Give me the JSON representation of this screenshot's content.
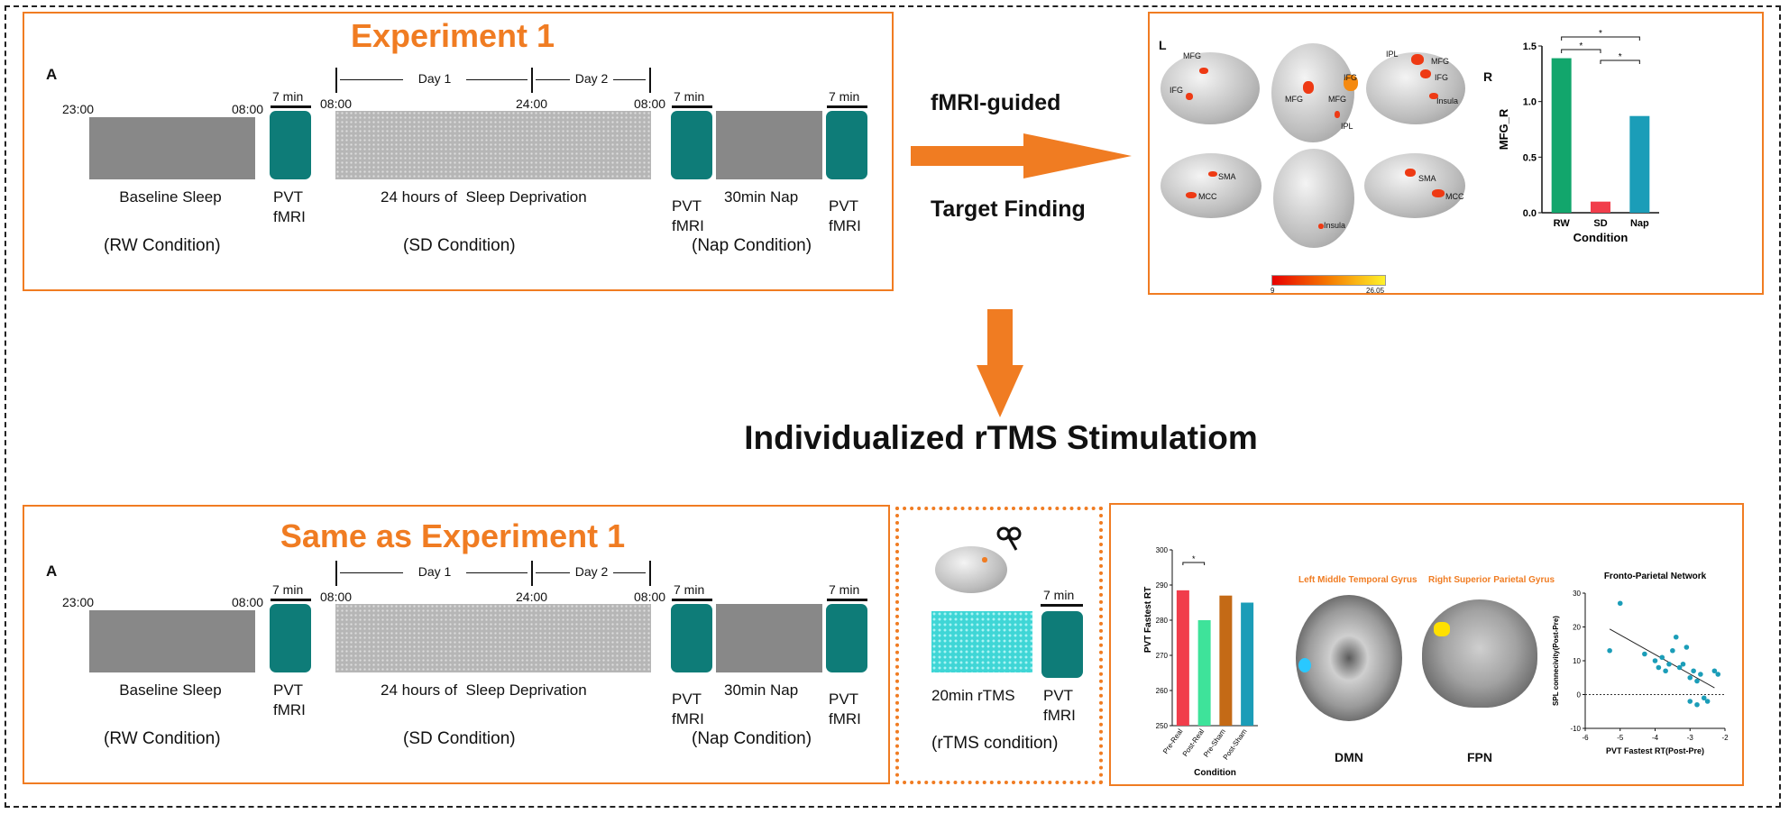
{
  "experiment1": {
    "title": "Experiment 1",
    "panel_letter": "A",
    "t_2300": "23:00",
    "t_0800a": "08:00",
    "t_0800b": "08:00",
    "t_2400": "24:00",
    "t_0800c": "08:00",
    "day1": "Day 1",
    "day2": "Day 2",
    "min7_a": "7 min",
    "min7_b": "7 min",
    "min7_c": "7 min",
    "baseline_sleep": "Baseline Sleep",
    "pvt_a": "PVT",
    "fmri_a": "fMRI",
    "sd_prefix": "24",
    "sd_text": "hours of  Sleep Deprivation",
    "pvt_b": "PVT",
    "fmri_b": "fMRI",
    "nap_label": "30min Nap",
    "pvt_c": "PVT",
    "fmri_c": "fMRI",
    "rw_condition": "(RW Condition)",
    "sd_condition": "(SD Condition)",
    "nap_condition": "(Nap Condition)"
  },
  "arrow": {
    "line1": "fMRI-guided",
    "line2": "Target Finding"
  },
  "brain_panel": {
    "left_letter": "L",
    "right_letter": "R",
    "labels": [
      "MFG",
      "IFG",
      "MFG",
      "MFG",
      "IFG",
      "IPL",
      "IPL",
      "MFG",
      "IFG",
      "Insula",
      "SMA",
      "MCC",
      "Insula",
      "SMA",
      "MCC"
    ],
    "colorbar_min": "9",
    "colorbar_max": "26.05"
  },
  "chart_data": [
    {
      "type": "bar",
      "categories": [
        "RW",
        "SD",
        "Nap"
      ],
      "values": [
        1.39,
        0.1,
        0.87
      ],
      "ylabel": "MFG_R",
      "xlabel": "Condition",
      "ylim": [
        0,
        1.5
      ],
      "yticks": [
        "0.0",
        "0.5",
        "1.0",
        "1.5"
      ],
      "colors": [
        "#12a66c",
        "#f13d4b",
        "#1b9db8"
      ],
      "significance": [
        "*",
        "*",
        "*"
      ]
    },
    {
      "type": "bar",
      "categories": [
        "Pre-Real",
        "Post-Real",
        "Pre-Sham",
        "Post-Sham"
      ],
      "values": [
        288.5,
        280,
        287,
        285
      ],
      "ylabel": "PVT Fastest RT",
      "xlabel": "Condition",
      "ylim": [
        250,
        300
      ],
      "yticks": [
        "250",
        "260",
        "270",
        "280",
        "290",
        "300"
      ],
      "colors": [
        "#f13d4b",
        "#3ee39a",
        "#c46a16",
        "#1b9db8"
      ],
      "significance": [
        "*"
      ]
    },
    {
      "type": "scatter",
      "title": "Fronto-Parietal Network",
      "xlabel": "PVT Fastest RT(Post-Pre)",
      "ylabel": "SPL connecivity(Post-Pre)",
      "xlim": [
        -6,
        -2
      ],
      "ylim": [
        -10,
        30
      ],
      "xticks": [
        "-6",
        "-5",
        "-4",
        "-3",
        "-2"
      ],
      "yticks": [
        "-10",
        "0",
        "10",
        "20",
        "30"
      ],
      "x": [
        -5.0,
        -5.3,
        -4.3,
        -4.0,
        -3.9,
        -3.8,
        -3.7,
        -3.6,
        -3.5,
        -3.4,
        -3.3,
        -3.2,
        -3.1,
        -3.0,
        -2.9,
        -2.8,
        -2.7,
        -2.6,
        -2.5,
        -2.3,
        -2.2,
        -3.0,
        -2.8
      ],
      "y": [
        27,
        13,
        12,
        10,
        8,
        11,
        7,
        9,
        13,
        17,
        8,
        9,
        14,
        5,
        7,
        4,
        6,
        -1,
        -2,
        7,
        6,
        -2,
        -3
      ],
      "color": "#1b9db8"
    }
  ],
  "middle": {
    "title": "Individualized rTMS Stimulatiom"
  },
  "experiment2": {
    "title": "Same as Experiment 1",
    "panel_letter": "A",
    "t_2300": "23:00",
    "t_0800a": "08:00",
    "t_0800b": "08:00",
    "t_2400": "24:00",
    "t_0800c": "08:00",
    "day1": "Day 1",
    "day2": "Day 2",
    "min7_a": "7 min",
    "min7_b": "7 min",
    "min7_c": "7 min",
    "baseline_sleep": "Baseline Sleep",
    "pvt_a": "PVT",
    "fmri_a": "fMRI",
    "sd_prefix": "24",
    "sd_text": "hours of  Sleep Deprivation",
    "pvt_b": "PVT",
    "fmri_b": "fMRI",
    "nap_label": "30min Nap",
    "pvt_c": "PVT",
    "fmri_c": "fMRI",
    "rw_condition": "(RW Condition)",
    "sd_condition": "(SD Condition)",
    "nap_condition": "(Nap Condition)"
  },
  "rtms": {
    "min7": "7 min",
    "rtms_label": "20min rTMS",
    "pvt": "PVT",
    "fmri": "fMRI",
    "condition": "(rTMS condition)"
  },
  "results": {
    "dmn_region": "Left Middle Temporal Gyrus",
    "fpn_region": "Right Superior Parietal Gyrus",
    "dmn": "DMN",
    "fpn": "FPN"
  },
  "colors": {
    "accent": "#f07c22",
    "teal": "#0e7c78",
    "gray_block": "#888888"
  }
}
